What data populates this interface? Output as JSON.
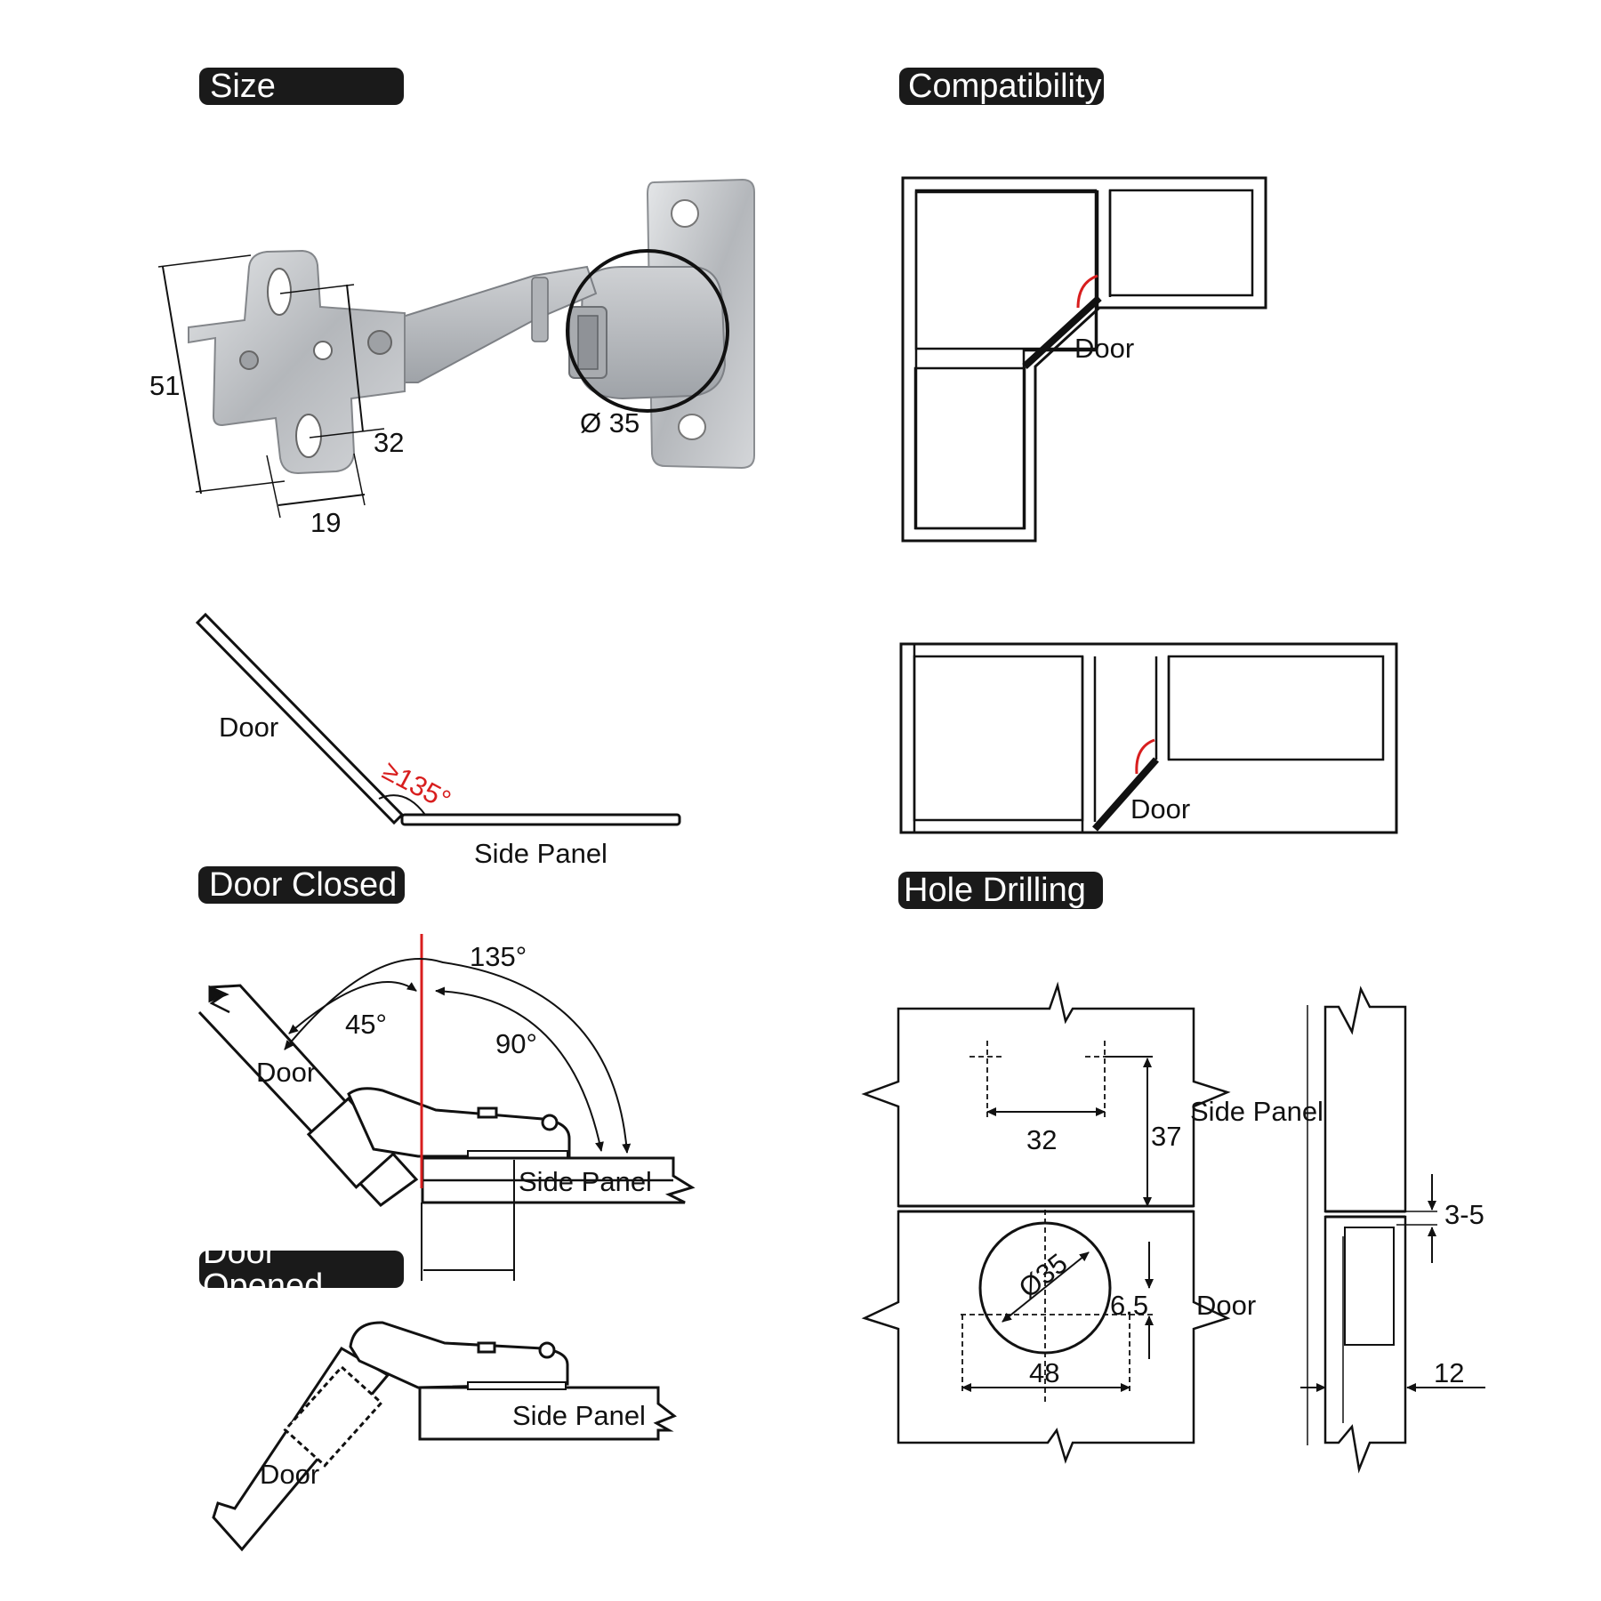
{
  "headers": {
    "size": "Size",
    "compatibility": "Compatibility",
    "door_closed": "Door Closed",
    "door_opened": "Door Opened",
    "hole_drilling": "Hole Drilling"
  },
  "size": {
    "dim_51": "51",
    "dim_32": "32",
    "dim_19": "19",
    "dim_cup": "Ø 35"
  },
  "angle_diagram": {
    "door": "Door",
    "side_panel": "Side Panel",
    "angle": "≥135°"
  },
  "compatibility": {
    "door_1": "Door",
    "door_2": "Door"
  },
  "door_closed": {
    "angle_135": "135°",
    "angle_45": "45°",
    "angle_90": "90°",
    "door": "Door",
    "side_panel": "Side Panel"
  },
  "door_opened": {
    "door": "Door",
    "side_panel": "Side Panel"
  },
  "hole_drilling": {
    "dim_32": "32",
    "dim_37": "37",
    "side_panel": "Side Panel",
    "dim_35": "Ø35",
    "dim_6_5": "6.5",
    "door": "Door",
    "dim_48": "48",
    "dim_3_5": "3-5",
    "dim_12": "12"
  },
  "colors": {
    "accent_red": "#d81e1e",
    "pill_bg": "#1a1a1a",
    "hinge_metal": "#b9bcc0"
  }
}
